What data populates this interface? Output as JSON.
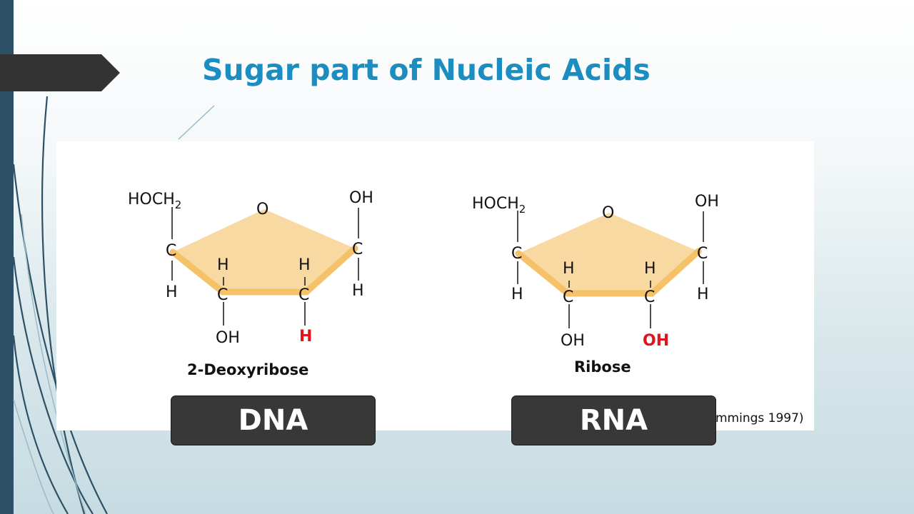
{
  "slide": {
    "title": "Sugar part of Nucleic Acids"
  },
  "figure": {
    "deoxyribose": {
      "name": "2-Deoxyribose",
      "group_c5": "HOCH",
      "group_c5_sub": "2",
      "ring_oxygen": "O",
      "oh_top_right": "OH",
      "carbon": "C",
      "hydrogen": "H",
      "oh_bottom_left": "OH",
      "highlight": "H"
    },
    "ribose": {
      "name": "Ribose",
      "group_c5": "HOCH",
      "group_c5_sub": "2",
      "ring_oxygen": "O",
      "oh_top_right": "OH",
      "carbon": "C",
      "hydrogen": "H",
      "oh_bottom_left": "OH",
      "highlight": "OH"
    },
    "credit": "mmings 1997)",
    "colors": {
      "ring_fill": "#f8d9a2",
      "ring_edge": "#f5c26a",
      "highlight": "#e0141b"
    }
  },
  "labels": {
    "dna": "DNA",
    "rna": "RNA"
  },
  "theme": {
    "title_color": "#1c8dc0",
    "accent_bar": "#2d5066",
    "tab_color": "#333333"
  }
}
